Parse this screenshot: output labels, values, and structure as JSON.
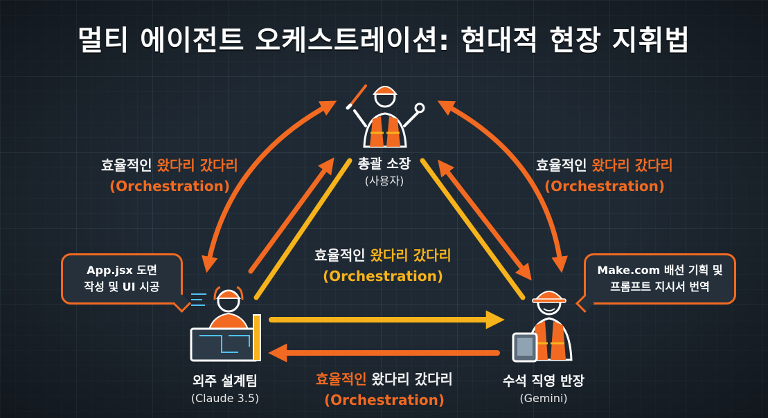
{
  "title": "멀티 에이전트 오케스트레이션: 현대적 현장 지휘법",
  "colors": {
    "background": "#1f2933",
    "orange": "#f26a21",
    "yellow": "#f6b31b",
    "text": "#ffffff"
  },
  "nodes": {
    "director": {
      "name": "총괄 소장",
      "sub": "(사용자)"
    },
    "design_team": {
      "name": "외주 설계팀",
      "sub": "(Claude 3.5)",
      "note_line1": "App.jsx 도면",
      "note_line2": "작성 및 UI 시공"
    },
    "foreman": {
      "name": "수석 직영 반장",
      "sub": "(Gemini)",
      "note_line1": "Make.com 배선 기획 및",
      "note_line2": "프롬프트 지시서 번역"
    }
  },
  "flows": {
    "left": {
      "text_white": "효율적인 ",
      "text_accent": "왔다리 갔다리",
      "text_en": "(Orchestration)"
    },
    "right": {
      "text_white": "효율적인 ",
      "text_accent": "왔다리 갔다리",
      "text_en": "(Orchestration)"
    },
    "center": {
      "text_white": "효율적인 ",
      "text_accent": "왔다리 갔다리",
      "text_en": "(Orchestration)"
    },
    "bottom": {
      "text_white": "효율적인 ",
      "text_accent": "왔다리 갔다리",
      "text_en": "(Orchestration)"
    }
  },
  "icons": [
    "conductor-baton-icon",
    "hard-hat-icon",
    "blueprint-icon",
    "tablet-icon",
    "ruler-icon"
  ]
}
